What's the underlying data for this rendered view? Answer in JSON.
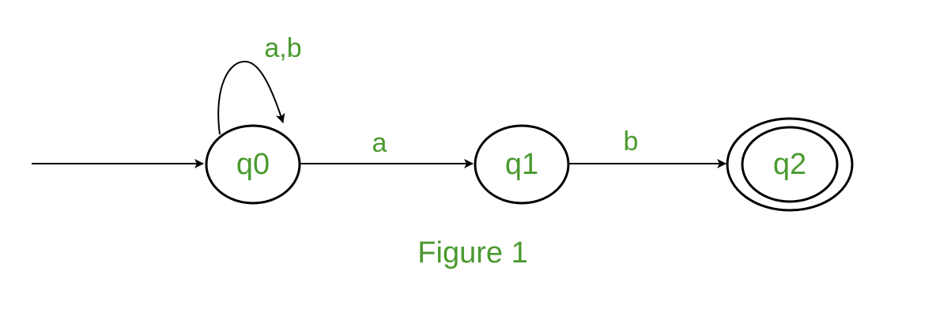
{
  "diagram": {
    "type": "finite-automaton",
    "colors": {
      "text": "#4a9a2e",
      "stroke": "#000000",
      "background": "#ffffff"
    },
    "states": [
      {
        "id": "q0",
        "label": "q0",
        "initial": true,
        "accepting": false
      },
      {
        "id": "q1",
        "label": "q1",
        "initial": false,
        "accepting": false
      },
      {
        "id": "q2",
        "label": "q2",
        "initial": false,
        "accepting": true
      }
    ],
    "transitions": [
      {
        "from": "q0",
        "to": "q0",
        "label": "a,b"
      },
      {
        "from": "q0",
        "to": "q1",
        "label": "a"
      },
      {
        "from": "q1",
        "to": "q2",
        "label": "b"
      }
    ],
    "caption": "Figure 1"
  }
}
